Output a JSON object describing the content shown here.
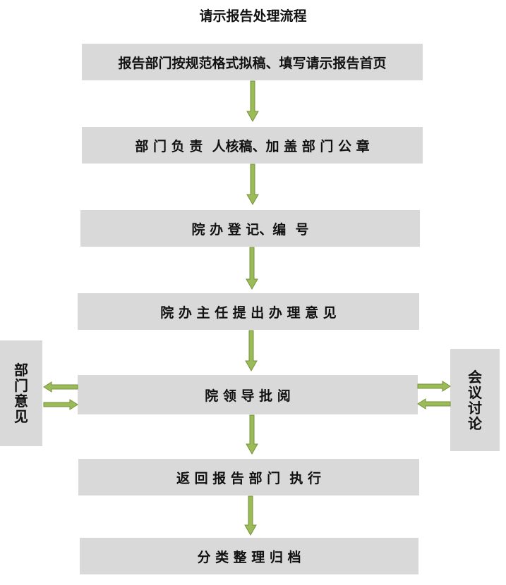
{
  "title": "请示报告处理流程",
  "steps": [
    "报告部门按规范格式拟稿、填写请示报告首页",
    "部 门 负 责  人核稿、加 盖 部 门 公 章",
    "院 办 登 记、编  号",
    "院 办 主 任 提 出 办 理 意 见",
    "院 领 导 批 阅",
    "返 回 报 告 部 门  执 行",
    "分 类 整 理 归 档"
  ],
  "side_left": "部\n门\n意\n见",
  "side_right": "会\n议\n讨\n论",
  "colors": {
    "box": "#d9d9d9",
    "arrow": "#9bbb59",
    "arrow_outline": "#76923c"
  }
}
